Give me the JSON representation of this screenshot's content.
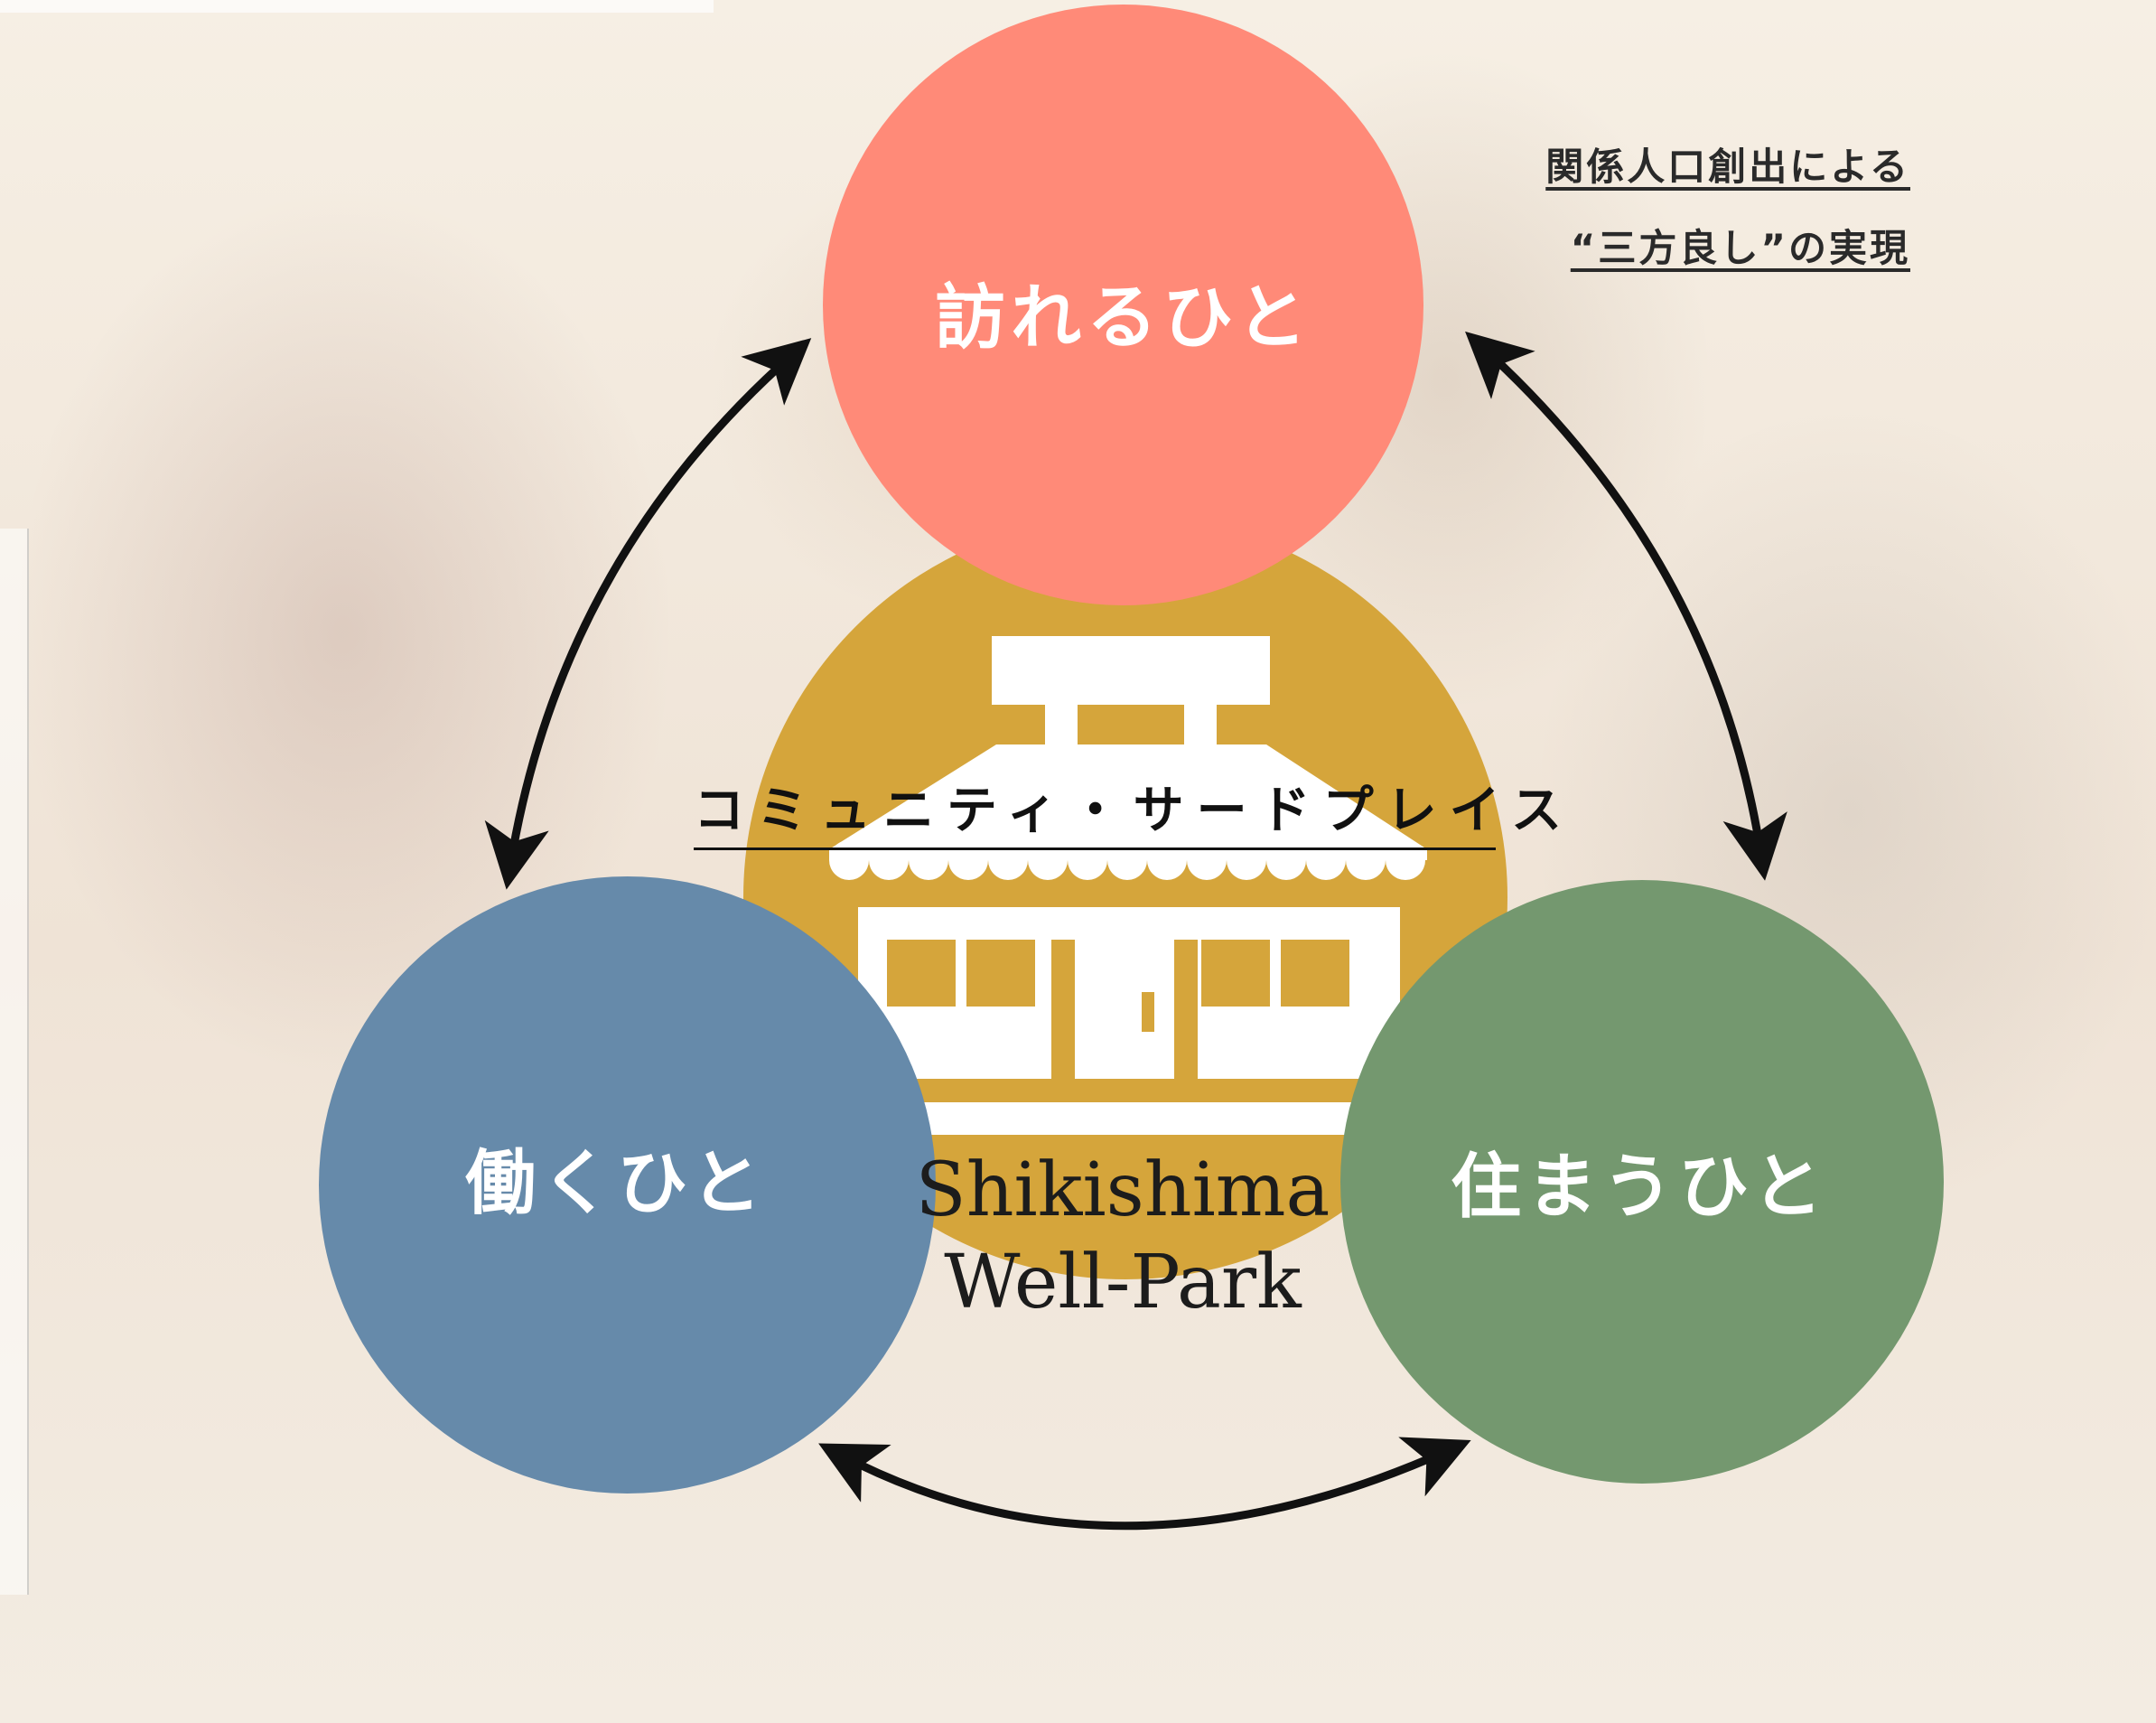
{
  "diagram": {
    "center": {
      "label": "コミュニティ・サードプレイス",
      "brand_line1": "Shikishima",
      "brand_line2": "Well-Park",
      "icon": "storefront-icon",
      "color": "#d5a53b"
    },
    "nodes": {
      "top": {
        "label": "訪れるひと",
        "color": "#ff8a78"
      },
      "left": {
        "label": "働くひと",
        "color": "#668aaa"
      },
      "right": {
        "label": "住まうひと",
        "color": "#74986f"
      }
    },
    "slogan": {
      "line1": "関係人口創出による",
      "line2": "“三方良し”の実現"
    },
    "arrows": [
      "bidirectional-arrow",
      "bidirectional-arrow",
      "bidirectional-arrow"
    ]
  }
}
